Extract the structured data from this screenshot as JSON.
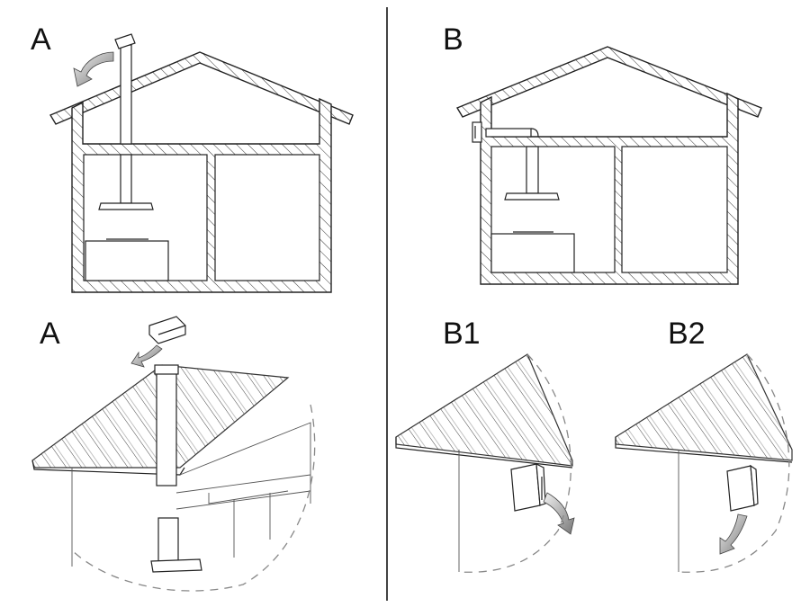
{
  "panels": {
    "top_left": {
      "label": "A"
    },
    "top_right": {
      "label": "B"
    },
    "bottom_left": {
      "label": "A"
    },
    "bottom_mid": {
      "label": "B1"
    },
    "bottom_right": {
      "label": "B2"
    }
  }
}
